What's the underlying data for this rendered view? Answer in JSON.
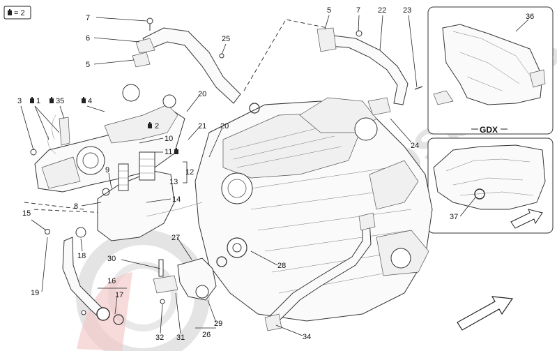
{
  "legend": {
    "text": "= 2",
    "icon": "hand-icon"
  },
  "callouts": [
    {
      "id": "c7a",
      "text": "7"
    },
    {
      "id": "c6",
      "text": "6"
    },
    {
      "id": "c5a",
      "text": "5"
    },
    {
      "id": "c25",
      "text": "25"
    },
    {
      "id": "c5b",
      "text": "5"
    },
    {
      "id": "c7b",
      "text": "7"
    },
    {
      "id": "c22",
      "text": "22"
    },
    {
      "id": "c23",
      "text": "23"
    },
    {
      "id": "c36",
      "text": "36"
    },
    {
      "id": "c3",
      "text": "3"
    },
    {
      "id": "c1",
      "text": "1"
    },
    {
      "id": "c35",
      "text": "35"
    },
    {
      "id": "c4",
      "text": "4"
    },
    {
      "id": "c20a",
      "text": "20"
    },
    {
      "id": "c21",
      "text": "21"
    },
    {
      "id": "c20b",
      "text": "20"
    },
    {
      "id": "c24",
      "text": "24"
    },
    {
      "id": "c2",
      "text": "2"
    },
    {
      "id": "c10",
      "text": "10"
    },
    {
      "id": "c11",
      "text": "11"
    },
    {
      "id": "c12",
      "text": "12"
    },
    {
      "id": "c9",
      "text": "9"
    },
    {
      "id": "c13",
      "text": "13"
    },
    {
      "id": "c14",
      "text": "14"
    },
    {
      "id": "c8",
      "text": "8"
    },
    {
      "id": "c15",
      "text": "15"
    },
    {
      "id": "c18",
      "text": "18"
    },
    {
      "id": "c27",
      "text": "27"
    },
    {
      "id": "c30",
      "text": "30"
    },
    {
      "id": "c28",
      "text": "28"
    },
    {
      "id": "c16",
      "text": "16"
    },
    {
      "id": "c17",
      "text": "17"
    },
    {
      "id": "c19",
      "text": "19"
    },
    {
      "id": "c32",
      "text": "32"
    },
    {
      "id": "c31",
      "text": "31"
    },
    {
      "id": "c29",
      "text": "29"
    },
    {
      "id": "c26",
      "text": "26"
    },
    {
      "id": "c34",
      "text": "34"
    },
    {
      "id": "c37",
      "text": "37"
    }
  ],
  "inset_top": {
    "label": "GDX"
  },
  "watermark": {
    "brand": "eurospares",
    "tagline": "parts specialists"
  }
}
